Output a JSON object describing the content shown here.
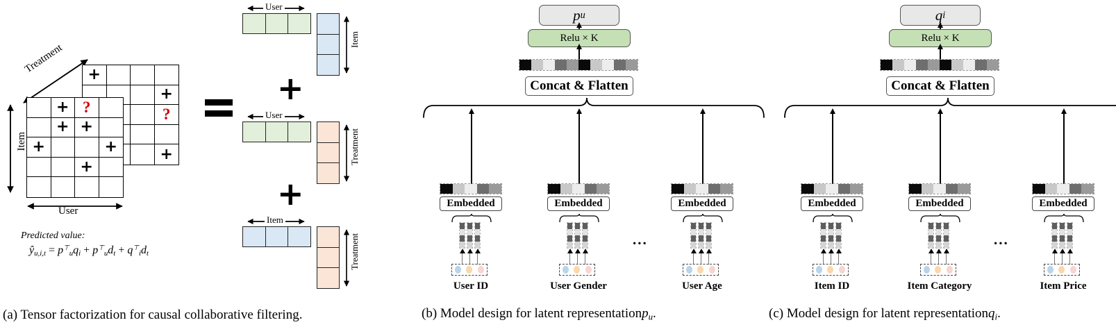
{
  "figure": {
    "panels": [
      {
        "id": "a",
        "caption_prefix": "(a)",
        "caption": "Tensor factorization for causal collaborative filtering.",
        "axes": {
          "item": "Item",
          "user": "User",
          "treatment": "Treatment"
        },
        "tensor": {
          "front_marks": [
            [
              "",
              "+",
              "?",
              ""
            ],
            [
              "",
              "+",
              "+",
              ""
            ],
            [
              "+",
              "",
              "",
              "+"
            ],
            [
              "",
              "",
              "+",
              ""
            ],
            [
              "",
              "",
              "",
              ""
            ]
          ],
          "back_marks": [
            [
              "+",
              "",
              "",
              ""
            ],
            [
              "",
              "",
              "",
              "+"
            ],
            [
              "",
              "",
              "",
              "?"
            ],
            [
              "",
              "",
              "",
              ""
            ],
            [
              "",
              "",
              "",
              "+"
            ]
          ],
          "observed_symbol": "+",
          "missing_symbol": "?",
          "missing_color": "#cc0000"
        },
        "equation": {
          "label": "Predicted value:",
          "lhs": "ŷ",
          "lhs_sub": "u,i,t",
          "terms": [
            {
              "a": "p",
              "a_sub": "u",
              "a_sup": "⊤",
              "b": "q",
              "b_sub": "i"
            },
            {
              "a": "p",
              "a_sub": "u",
              "a_sup": "⊤",
              "b": "d",
              "b_sub": "t"
            },
            {
              "a": "q",
              "a_sub": "i",
              "a_sup": "⊤",
              "b": "d",
              "b_sub": "t"
            }
          ]
        },
        "decomposition": {
          "operator_equals": "=",
          "operator_plus": "+",
          "rows": [
            {
              "h_label": "User",
              "v_label": "Item",
              "h_color": "#e2efda",
              "v_color": "#dae8f5"
            },
            {
              "h_label": "User",
              "v_label": "Treatment",
              "h_color": "#e2efda",
              "v_color": "#fbe5d6"
            },
            {
              "h_label": "Item",
              "v_label": "Treatment",
              "h_color": "#dae8f5",
              "v_color": "#fbe5d6"
            }
          ]
        }
      },
      {
        "id": "b",
        "caption_prefix": "(b)",
        "caption_text": "Model design for latent representation",
        "caption_var": "p",
        "caption_var_sub": "u",
        "output_label": "p",
        "output_sub": "u",
        "relu_label": "Relu × K",
        "concat_label": "Concat & Flatten",
        "embedded_label": "Embedded",
        "ellipsis": "...",
        "fields": [
          "User  ID",
          "User  Gender",
          "User Age"
        ]
      },
      {
        "id": "c",
        "caption_prefix": "(c)",
        "caption_text": "Model design for latent representation",
        "caption_var": "q",
        "caption_var_sub": "i",
        "output_label": "q",
        "output_sub": "i",
        "relu_label": "Relu × K",
        "concat_label": "Concat & Flatten",
        "embedded_label": "Embedded",
        "ellipsis": "...",
        "fields": [
          "Item ID",
          "Item Category",
          "Item Price"
        ]
      }
    ],
    "colors": {
      "green": "#c5e0b4",
      "block_green": "#e2efda",
      "block_blue": "#dae8f5",
      "block_peach": "#fbe5d6",
      "output_gray": "#e8e8e8",
      "missing_red": "#cc0000",
      "dot_blue": "#b8d4ea",
      "dot_orange": "#fbd7ac",
      "dot_pink": "#f7d5d0",
      "embed_palette": [
        "#0a0a0a",
        "#c8c8c8",
        "#ededed",
        "#6e6e6e",
        "#9a9a9a"
      ],
      "stack_palette": [
        "#5e5e5e",
        "#e2e2e2",
        "#5e5e5e",
        "#d4d4d4"
      ]
    }
  }
}
